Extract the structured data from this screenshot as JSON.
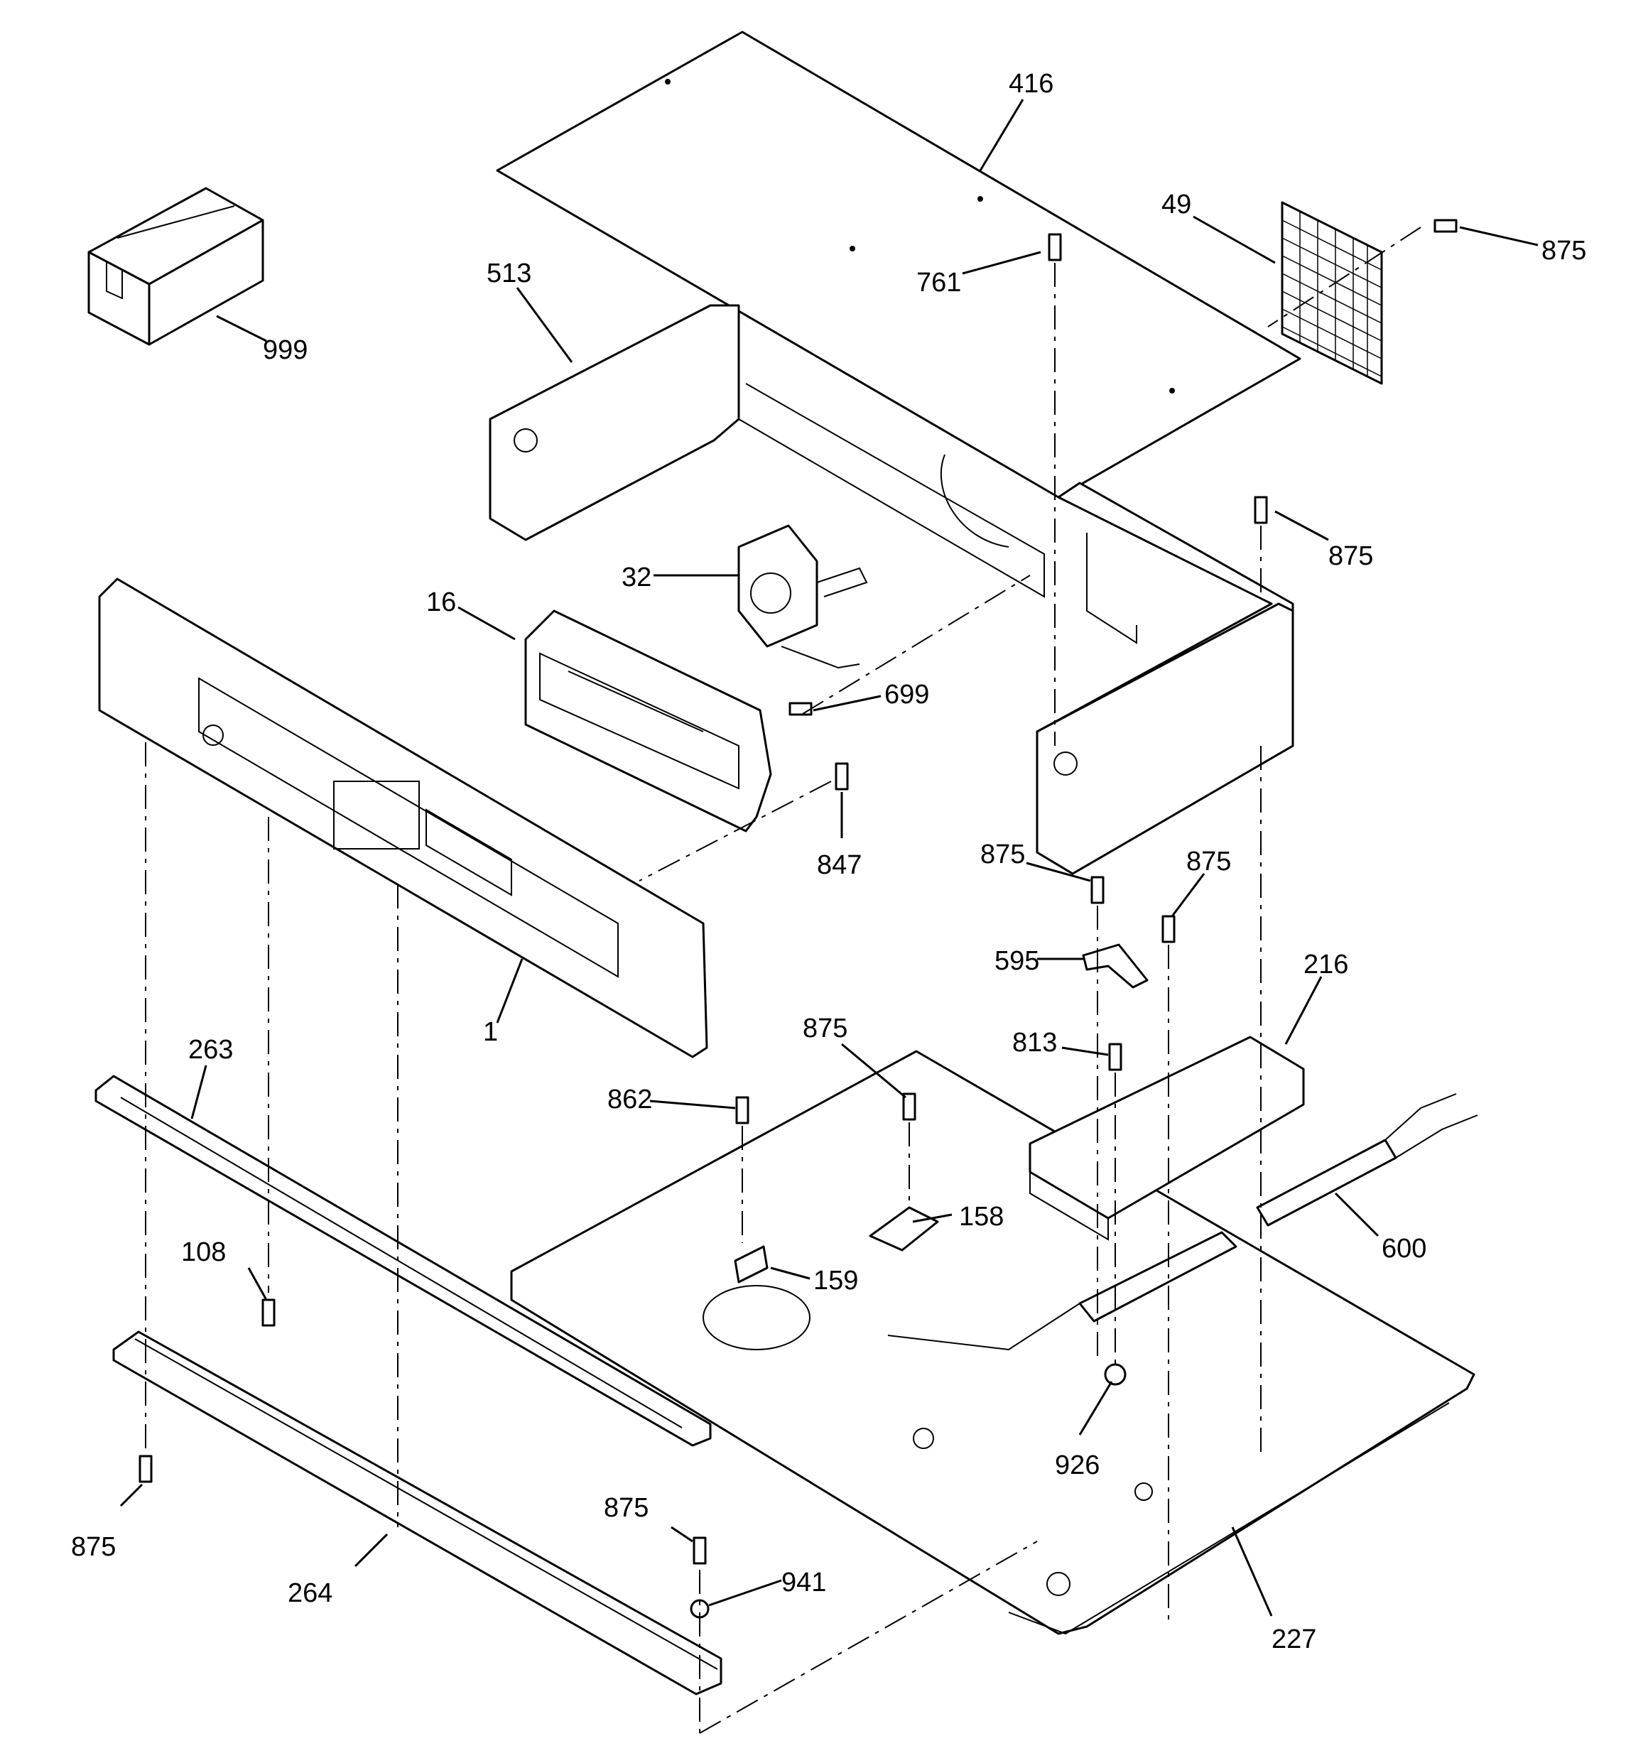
{
  "diagram": {
    "type": "exploded-parts-view",
    "callouts": [
      {
        "id": "c416",
        "text": "416"
      },
      {
        "id": "c49",
        "text": "49"
      },
      {
        "id": "c875a",
        "text": "875"
      },
      {
        "id": "c513",
        "text": "513"
      },
      {
        "id": "c761",
        "text": "761"
      },
      {
        "id": "c999",
        "text": "999"
      },
      {
        "id": "c875b",
        "text": "875"
      },
      {
        "id": "c32",
        "text": "32"
      },
      {
        "id": "c16",
        "text": "16"
      },
      {
        "id": "c699",
        "text": "699"
      },
      {
        "id": "c847",
        "text": "847"
      },
      {
        "id": "c875c",
        "text": "875"
      },
      {
        "id": "c875d",
        "text": "875"
      },
      {
        "id": "c595",
        "text": "595"
      },
      {
        "id": "c216",
        "text": "216"
      },
      {
        "id": "c1",
        "text": "1"
      },
      {
        "id": "c263",
        "text": "263"
      },
      {
        "id": "c875e",
        "text": "875"
      },
      {
        "id": "c813",
        "text": "813"
      },
      {
        "id": "c862",
        "text": "862"
      },
      {
        "id": "c158",
        "text": "158"
      },
      {
        "id": "c600",
        "text": "600"
      },
      {
        "id": "c108",
        "text": "108"
      },
      {
        "id": "c159",
        "text": "159"
      },
      {
        "id": "c926",
        "text": "926"
      },
      {
        "id": "c875f",
        "text": "875"
      },
      {
        "id": "c875g",
        "text": "875"
      },
      {
        "id": "c941",
        "text": "941"
      },
      {
        "id": "c264",
        "text": "264"
      },
      {
        "id": "c227",
        "text": "227"
      }
    ]
  }
}
